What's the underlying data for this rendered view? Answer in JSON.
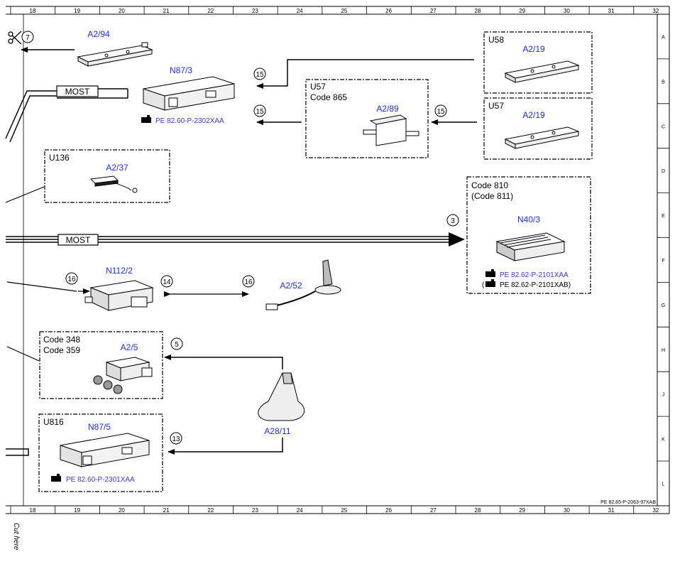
{
  "ruler": {
    "columns": [
      "18",
      "19",
      "20",
      "21",
      "22",
      "23",
      "24",
      "25",
      "26",
      "27",
      "28",
      "29",
      "30",
      "31",
      "32"
    ],
    "rows": [
      "A",
      "B",
      "C",
      "D",
      "E",
      "F",
      "G",
      "H",
      "J",
      "K",
      "L"
    ]
  },
  "labels": {
    "a2_94": "A2/94",
    "n87_3": "N87/3",
    "n87_3_ref": "PE 82.60-P-2302XAA",
    "u58": "U58",
    "u58_a2_19": "A2/19",
    "u57_right": "U57",
    "u57_right_a2_19": "A2/19",
    "u57_mid": "U57",
    "code865": "Code 865",
    "a2_89": "A2/89",
    "u136": "U136",
    "a2_37": "A2/37",
    "code810": "Code 810",
    "code811": "(Code 811)",
    "n40_3": "N40/3",
    "n40_3_ref1": "PE 82.62-P-2101XAA",
    "n40_3_ref2_open": "(",
    "n40_3_ref2": "PE 82.62-P-2101XAB)",
    "most1": "MOST",
    "most2": "MOST",
    "n112_2": "N112/2",
    "a2_52": "A2/52",
    "code348": "Code 348",
    "code359": "Code 359",
    "a2_5": "A2/5",
    "a28_11": "A28/11",
    "u816": "U816",
    "n87_5": "N87/5",
    "n87_5_ref": "PE 82.60-P-2301XAA",
    "doc_id": "PE 82.85-P-2063-97XAB",
    "cut_here": "Cut here"
  },
  "callouts": {
    "c7": "7",
    "c15a": "15",
    "c15b": "15",
    "c15c": "15",
    "c3": "3",
    "c16a": "16",
    "c14": "14",
    "c16b": "16",
    "c5": "5",
    "c13": "13"
  },
  "colors": {
    "component_label": "#1f2fd6",
    "reference": "#3a3ad0",
    "line": "#000000"
  },
  "icons": {
    "scissors": "scissors-icon",
    "reference_hand": "pointing-hand-icon"
  }
}
